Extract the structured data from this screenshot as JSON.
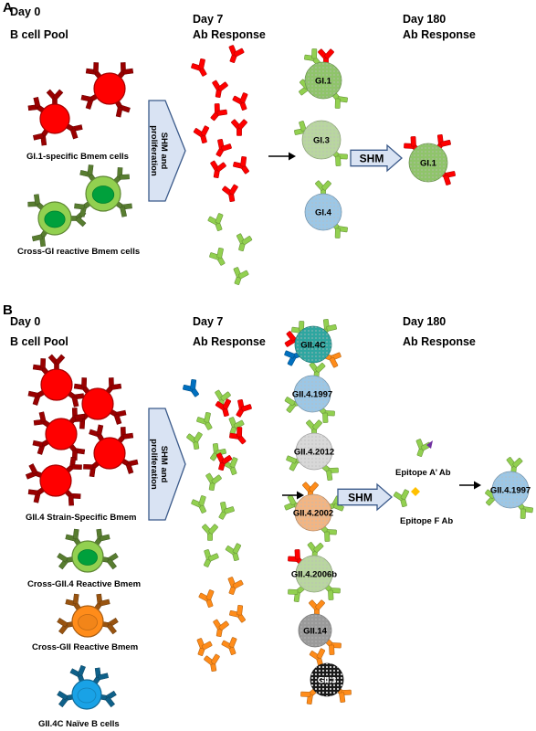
{
  "colors": {
    "red": "#ff0000",
    "red_dark": "#a00000",
    "green": "#92d050",
    "green_dark": "#00a03c",
    "orange": "#ff8c1a",
    "blue": "#0070c0",
    "blue_light": "#19a2e6",
    "arrow_fill": "#d9e3f3",
    "arrow_stroke": "#3b5a8a",
    "virus_green": "#8fc46a",
    "virus_light_green": "#b9d6a0",
    "virus_blue": "#9cc7e6",
    "virus_teal": "#2ea6a0",
    "virus_grey": "#9a9a9a",
    "virus_light": "#d8d8d8",
    "virus_orange": "#f2b583",
    "virus_dark": "#1a1a1a",
    "triangle_purple": "#7030a0",
    "diamond_yellow": "#ffc000"
  },
  "panel_a": {
    "letter": "A",
    "col1_day": "Day  0",
    "col1_title": "B cell Pool",
    "col2_day": "Day 7",
    "col2_title": "Ab Response",
    "col3_day": "Day 180",
    "col3_title": "Ab Response",
    "process_label_1": "SHM and",
    "process_label_2": "proliferation",
    "shm_label": "SHM",
    "cell_labels": [
      "GI.1-specific Bmem cells",
      "Cross-GI reactive Bmem cells"
    ],
    "virus_labels": [
      "GI.1",
      "GI.3",
      "GI.4",
      "GI.1"
    ]
  },
  "panel_b": {
    "letter": "B",
    "col1_day": "Day  0",
    "col1_title": "B cell Pool",
    "col2_day": "Day 7",
    "col2_title": "Ab Response",
    "col3_day": "Day 180",
    "col3_title": "Ab Response",
    "process_label_1": "SHM and",
    "process_label_2": "proliferation",
    "shm_label": "SHM",
    "cell_labels": [
      "GII.4 Strain-Specific Bmem",
      "Cross-GII.4 Reactive Bmem",
      "Cross-GII Reactive Bmem",
      "GII.4C Naïve B cells"
    ],
    "virus_labels": [
      "GII.4C",
      "GII.4.1997",
      "GII.4.2012",
      "GII.4.2002",
      "GII.4.2006b",
      "GII.14",
      "GII.3",
      "GII.4.1997"
    ],
    "epitope_labels": [
      "Epitope  A’ Ab",
      "Epitope F Ab"
    ]
  }
}
